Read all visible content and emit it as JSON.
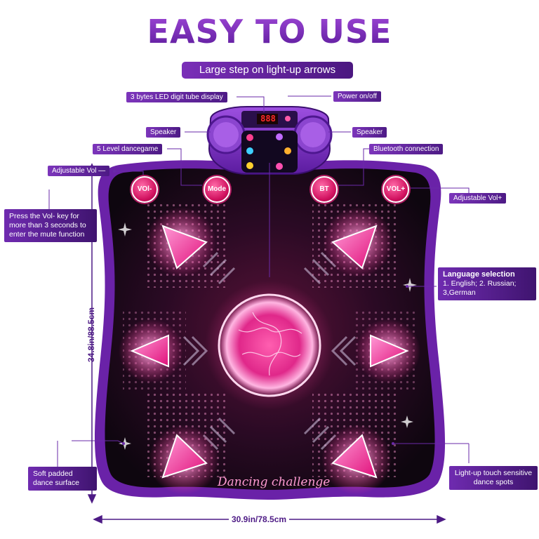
{
  "title": "EASY TO USE",
  "subtitle": "Large step on light-up arrows",
  "callouts": {
    "led_display": "3 bytes LED digit tube display",
    "power": "Power on/off",
    "speaker_left": "Speaker",
    "speaker_right": "Speaker",
    "dancegame": "5 Level dancegame",
    "bluetooth": "Bluetooth connection",
    "vol_minus": "Adjustable Vol —",
    "vol_plus": "Adjustable Vol+",
    "mute": "Press the Vol- key for more than 3 seconds to enter the mute function",
    "language_title": "Language selection",
    "language_body": "1. English; 2. Russian; 3,German",
    "soft_surface": "Soft padded dance surface",
    "touch_spots": "Light-up touch sensitive dance spots"
  },
  "buttons": {
    "vol_minus": "VOl-",
    "mode": "Mode",
    "bt": "BT",
    "vol_plus": "VOL+"
  },
  "display_digits": "888",
  "mat_text": "Dancing challenge",
  "dimensions": {
    "height": "34.8in/88.5cm",
    "width": "30.9in/78.5cm"
  },
  "colors": {
    "brand_purple": "#5a1a9a",
    "accent_pink": "#ff2d95"
  }
}
